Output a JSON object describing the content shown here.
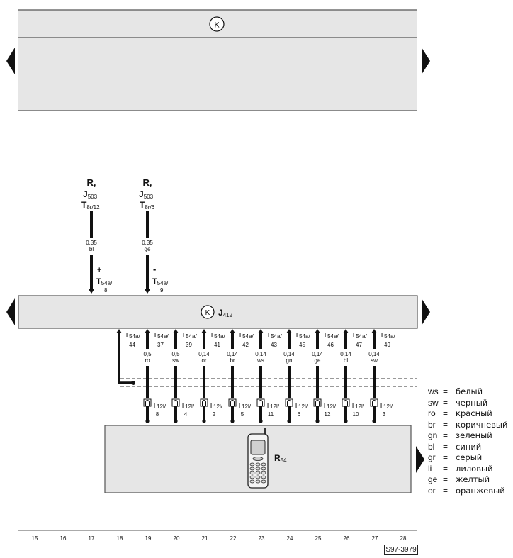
{
  "top_unit": {
    "symbol": "K"
  },
  "inputs": [
    {
      "line1": "R,",
      "line2_main": "J",
      "line2_sub": "503",
      "line3_main": "T",
      "line3_sub": "8r/12",
      "gauge": "0,35",
      "color": "bl",
      "sign": "+",
      "pin_main": "T",
      "pin_sub": "54a/",
      "pin_num": "8"
    },
    {
      "line1": "R,",
      "line2_main": "J",
      "line2_sub": "503",
      "line3_main": "T",
      "line3_sub": "8r/6",
      "gauge": "0,35",
      "color": "ge",
      "sign": "-",
      "pin_main": "T",
      "pin_sub": "54a/",
      "pin_num": "9"
    }
  ],
  "middle_unit": {
    "symbol": "K",
    "label_main": "J",
    "label_sub": "412"
  },
  "wires": [
    {
      "pin_top": "44",
      "gauge": "",
      "color": ""
    },
    {
      "pin_top": "37",
      "gauge": "0,5",
      "color": "ro",
      "pin_bottom": "8"
    },
    {
      "pin_top": "39",
      "gauge": "0,5",
      "color": "sw",
      "pin_bottom": "4"
    },
    {
      "pin_top": "41",
      "gauge": "0,14",
      "color": "or",
      "pin_bottom": "2"
    },
    {
      "pin_top": "42",
      "gauge": "0,14",
      "color": "br",
      "pin_bottom": "5"
    },
    {
      "pin_top": "43",
      "gauge": "0,14",
      "color": "ws",
      "pin_bottom": "11"
    },
    {
      "pin_top": "45",
      "gauge": "0,14",
      "color": "gn",
      "pin_bottom": "6"
    },
    {
      "pin_top": "46",
      "gauge": "0,14",
      "color": "ge",
      "pin_bottom": "12"
    },
    {
      "pin_top": "47",
      "gauge": "0,14",
      "color": "bl",
      "pin_bottom": "10"
    },
    {
      "pin_top": "49",
      "gauge": "0,14",
      "color": "sw",
      "pin_bottom": "3"
    }
  ],
  "connector_top": {
    "main": "T",
    "sub": "54a/"
  },
  "connector_bottom": {
    "main": "T",
    "sub": "12l/"
  },
  "bottom_unit": {
    "label_main": "R",
    "label_sub": "54"
  },
  "legend": [
    {
      "code": "ws",
      "eq": "=",
      "name": "белый"
    },
    {
      "code": "sw",
      "eq": "=",
      "name": "черный"
    },
    {
      "code": "ro",
      "eq": "=",
      "name": "красный"
    },
    {
      "code": "br",
      "eq": "=",
      "name": "коричневый"
    },
    {
      "code": "gn",
      "eq": "=",
      "name": "зеленый"
    },
    {
      "code": "bl",
      "eq": "=",
      "name": "синий"
    },
    {
      "code": "gr",
      "eq": "=",
      "name": "серый"
    },
    {
      "code": "li",
      "eq": "=",
      "name": "лиловый"
    },
    {
      "code": "ge",
      "eq": "=",
      "name": "желтый"
    },
    {
      "code": "or",
      "eq": "=",
      "name": "оранжевый"
    }
  ],
  "scale": [
    "15",
    "16",
    "17",
    "18",
    "19",
    "20",
    "21",
    "22",
    "23",
    "24",
    "25",
    "26",
    "27",
    "28"
  ],
  "reference": "S97-3979",
  "colors": {
    "panel": "#e6e6e6",
    "line": "#111111"
  }
}
